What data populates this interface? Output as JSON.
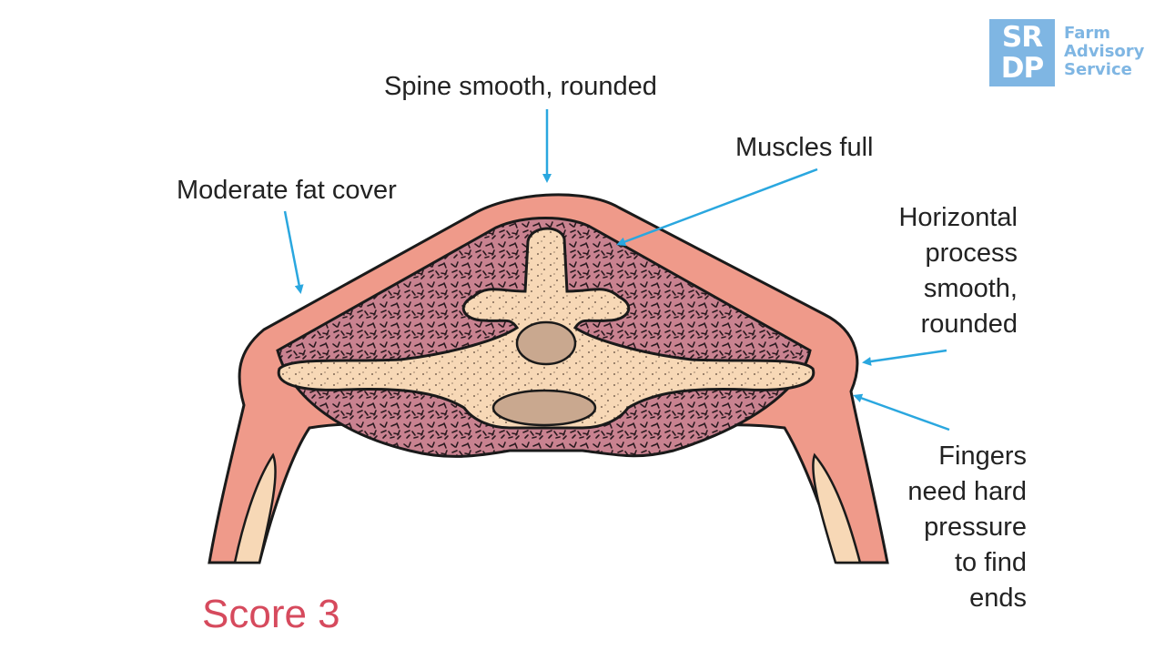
{
  "diagram": {
    "score_label": "Score 3",
    "labels": {
      "spine": "Spine smooth, rounded",
      "muscles": "Muscles full",
      "fat": "Moderate fat cover",
      "horizontal": [
        "Horizontal",
        "process",
        "smooth,",
        "rounded"
      ],
      "fingers": [
        "Fingers",
        "need hard",
        "pressure",
        "to find",
        "ends"
      ]
    },
    "colors": {
      "skin": "#ef9a8a",
      "outline": "#1a1a1a",
      "muscle": "#c98290",
      "bone": "#f7d8b6",
      "marrow": "#c9a88f",
      "arrow": "#2aa7df",
      "score": "#d64a5d",
      "rib_inner": "#f7d8b6"
    }
  },
  "logo": {
    "box_line1": "SR",
    "box_line2": "DP",
    "text": [
      "Farm",
      "Advisory",
      "Service"
    ],
    "color": "#7fb6e3"
  }
}
